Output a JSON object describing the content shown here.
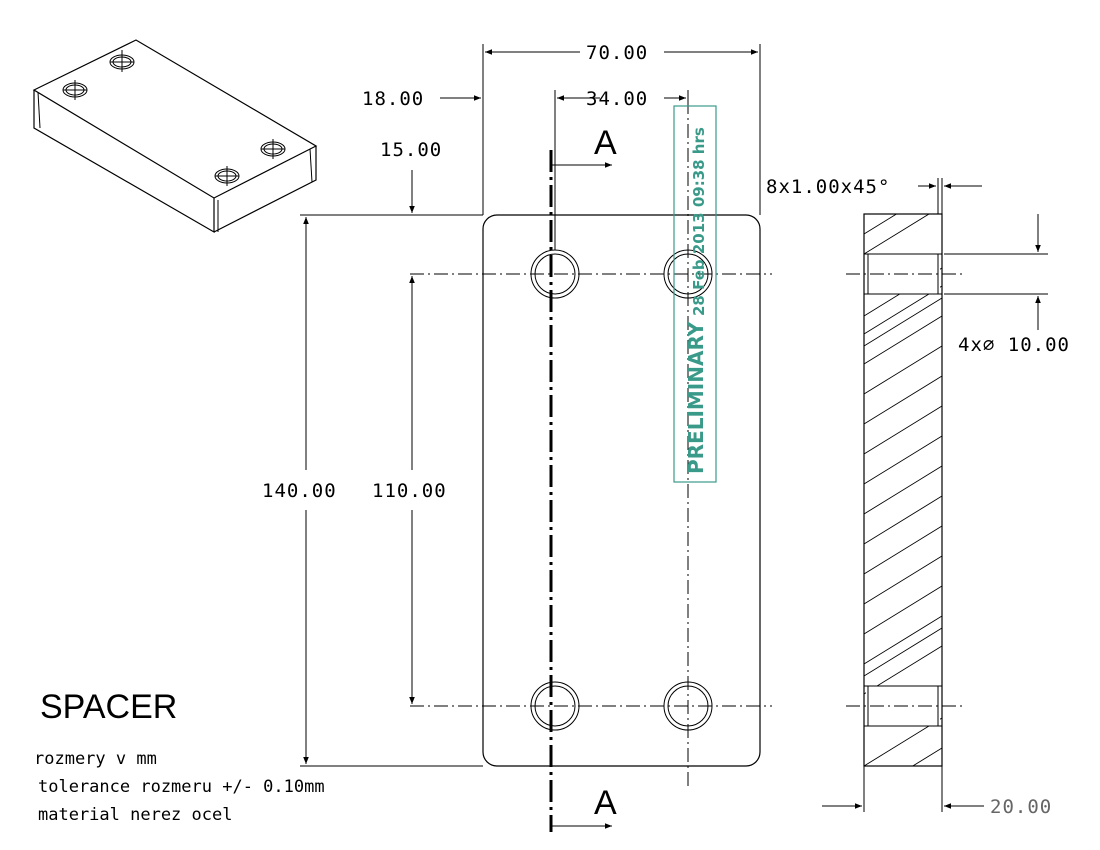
{
  "part": {
    "title": "SPACER",
    "notes": [
      "rozmery v mm",
      "tolerance rozmeru +/- 0.10mm",
      "material nerez ocel"
    ]
  },
  "dimensions": {
    "overall_width": "70.00",
    "hole_offset_x": "18.00",
    "hole_spacing_x": "34.00",
    "hole_offset_y": "15.00",
    "overall_height": "140.00",
    "hole_spacing_y": "110.00",
    "chamfer": "8x1.00x45°",
    "hole_diameter": "4x∅ 10.00",
    "thickness": "20.00"
  },
  "section": {
    "label_top": "A",
    "label_bottom": "A"
  },
  "stamp": {
    "status": "PRELIMINARY",
    "timestamp": "28 Feb 2013 09:38 hrs",
    "color": "#3a9a8a"
  }
}
